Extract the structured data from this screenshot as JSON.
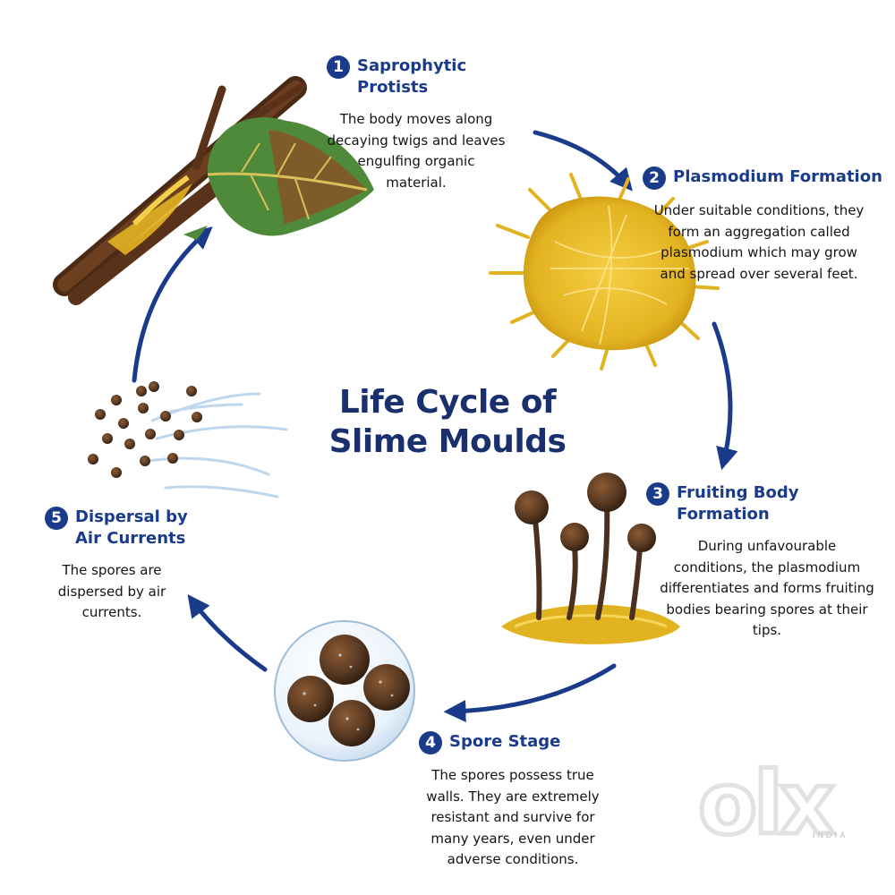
{
  "diagram": {
    "title_lines": [
      "Life Cycle of",
      "Slime Moulds"
    ],
    "stages": [
      {
        "number": "1",
        "title": "Saprophytic Protists",
        "description": "The body moves along decaying twigs and leaves engulfing organic material."
      },
      {
        "number": "2",
        "title": "Plasmodium Formation",
        "description": "Under suitable conditions, they form an aggregation called plasmodium which may grow and spread over several feet."
      },
      {
        "number": "3",
        "title": "Fruiting Body Formation",
        "description": "During unfavourable conditions, the plasmodium differentiates and forms fruiting bodies bearing spores at their tips."
      },
      {
        "number": "4",
        "title": "Spore Stage",
        "description": "The spores possess true walls. They are extremely resistant and survive for many years, even under adverse conditions."
      },
      {
        "number": "5",
        "title": "Dispersal by Air Currents",
        "description": "The spores are dispersed by air currents."
      }
    ],
    "colors": {
      "accent": "#1a3a8a",
      "title": "#1a2f6e",
      "plasmodium": "#e2b321",
      "spore": "#5a3a22"
    },
    "illustrations": [
      "twig-with-leaf-illustration",
      "plasmodium-illustration",
      "fruiting-bodies-illustration",
      "spore-bubble-illustration",
      "wind-dispersal-illustration"
    ]
  },
  "watermark": {
    "brand": "olx",
    "region": "INDIA"
  }
}
